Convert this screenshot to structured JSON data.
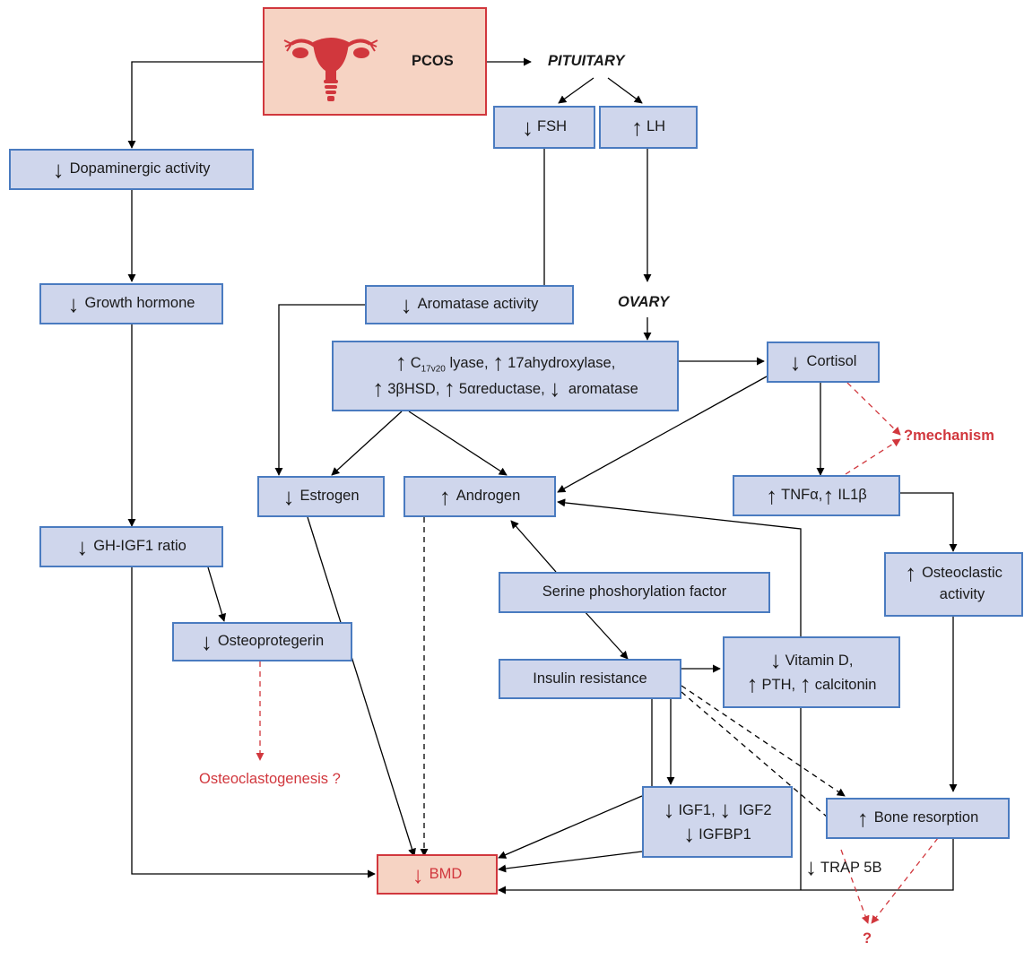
{
  "symbols": {
    "down": "↓",
    "up": "↑"
  },
  "pcos": "PCOS",
  "pituitary": "PITUITARY",
  "ovary": "OVARY",
  "fsh": "FSH",
  "lh": "LH",
  "dopaminergic": "Dopaminergic activity",
  "growth_hormone": "Growth hormone",
  "aromatase_activity": "Aromatase activity",
  "enzymes": {
    "c": "C",
    "c_sub": "17v20",
    "lyase": " lyase, ",
    "hydroxylase": "17ahydroxylase,",
    "hsd": "3βHSD, ",
    "reductase": "5αreductase, ",
    "aromatase": " aromatase"
  },
  "cortisol": "Cortisol",
  "mechanism": "?mechanism",
  "tnf": "TNFα, ",
  "il1b": " IL1β",
  "estrogen": "Estrogen",
  "androgen": "Androgen",
  "gh_igf1": "GH-IGF1 ratio",
  "osteoclastic": {
    "line1": "Osteoclastic",
    "line2": "activity"
  },
  "serine": "Serine phoshorylation factor",
  "osteoprotegerin": "Osteoprotegerin",
  "vitamin_d": "Vitamin D,",
  "pth": "PTH, ",
  "calcitonin": "calcitonin",
  "insulin": "Insulin resistance",
  "osteoclastogenesis": "Osteoclastogenesis ?",
  "igf1": "IGF1, ",
  "igf2": " IGF2",
  "igfbp1": "IGFBP1",
  "bone_resorption": "Bone resorption",
  "trap": "TRAP 5B",
  "bmd": "BMD",
  "question": "?",
  "colors": {
    "box_fill": "#cfd6ec",
    "box_border": "#4a7bc0",
    "pcos_fill": "#f6d3c3",
    "pcos_border": "#d1373d",
    "red": "#d1373d"
  },
  "icons": {
    "pcos": "uterus-icon"
  }
}
